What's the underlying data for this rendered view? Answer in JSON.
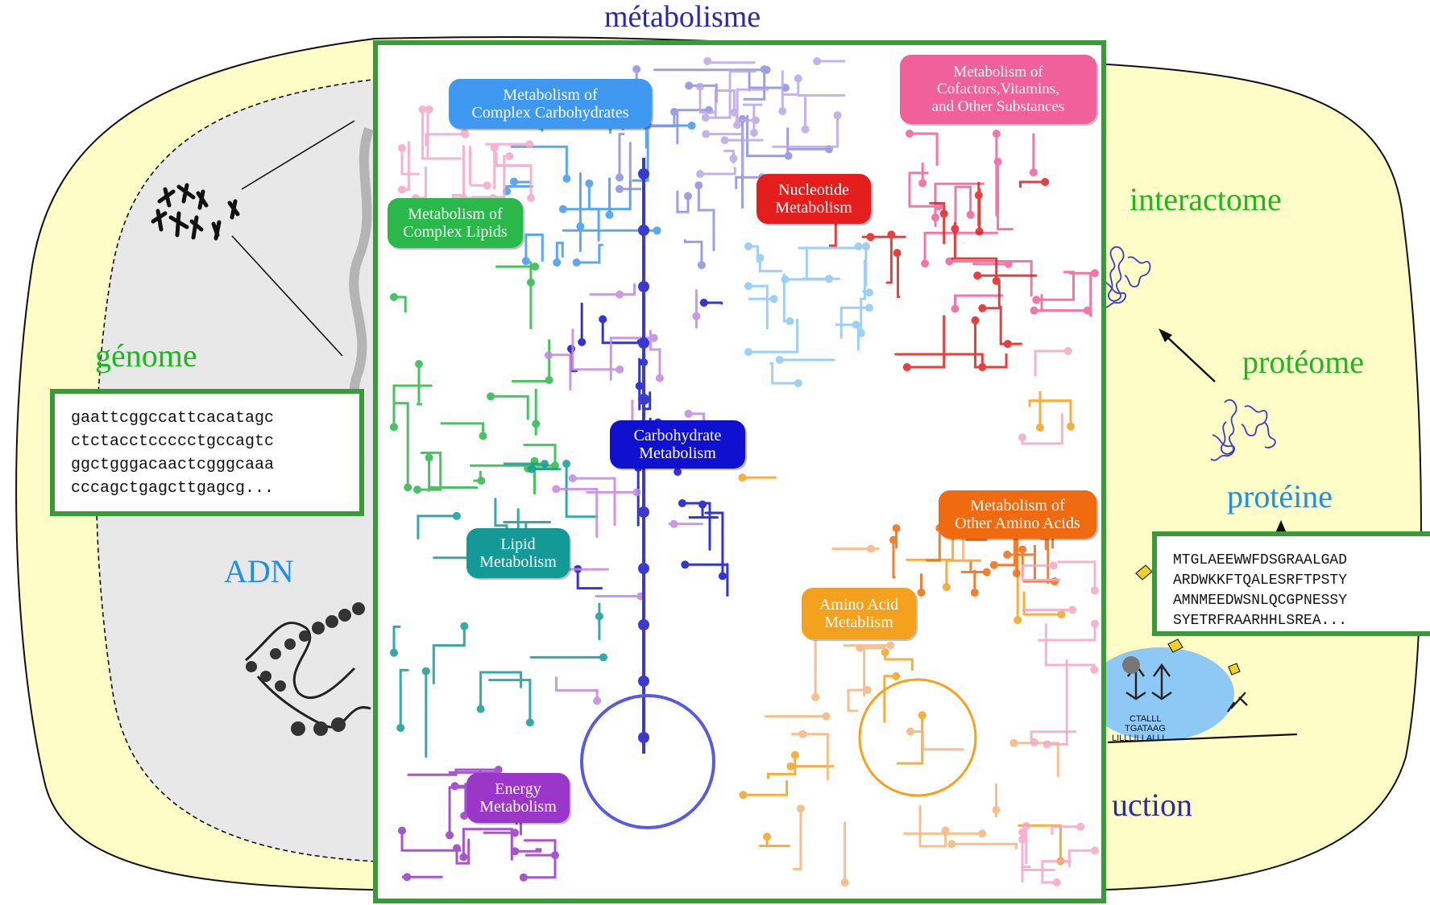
{
  "labels": {
    "metabolisme": "métabolisme",
    "genome": "génome",
    "adn": "ADN",
    "interactome": "interactome",
    "proteome": "protéome",
    "proteine": "protéine",
    "traduction_partial": "uction"
  },
  "sequences": {
    "dna": [
      "gaattcggccattcacatagc",
      "ctctacctccccctgccagtc",
      "ggctgggacaactcgggcaaa",
      "cccagctgagcttgagcg..."
    ],
    "protein": [
      "MTGLAEEWWFDSGRAALGAD",
      "ARDWKKFTQALESRFTPSTY",
      "AMNMEEDWSNLQCGPNESSY",
      "SYETRFRAARHHLSREA..."
    ]
  },
  "ribosome_sequence": {
    "line1": "CTALLL",
    "line2": "TGATAAG",
    "line3": "LILLLILLALLL"
  },
  "pathways": [
    {
      "id": "complex-carb",
      "lines": [
        "Metabolism of",
        "Complex Carbohydrates"
      ],
      "color": "#3f98ef"
    },
    {
      "id": "cofactors",
      "lines": [
        "Metabolism of",
        "Cofactors,Vitamins,",
        "and Other Substances"
      ],
      "color": "#f0609a"
    },
    {
      "id": "nucleotide",
      "lines": [
        "Nucleotide",
        "Metabolism"
      ],
      "color": "#e41d1d"
    },
    {
      "id": "complex-lipids",
      "lines": [
        "Metabolism of",
        "Complex Lipids"
      ],
      "color": "#2bb84a"
    },
    {
      "id": "carbohydrate",
      "lines": [
        "Carbohydrate",
        "Metabolism"
      ],
      "color": "#1010d0"
    },
    {
      "id": "other-amino",
      "lines": [
        "Metabolism of",
        "Other Amino Acids"
      ],
      "color": "#f06a10"
    },
    {
      "id": "lipid",
      "lines": [
        "Lipid",
        "Metabolism"
      ],
      "color": "#139a96"
    },
    {
      "id": "amino-acid",
      "lines": [
        "Amino Acid",
        "Metablism"
      ],
      "color": "#f4a21e"
    },
    {
      "id": "energy",
      "lines": [
        "Energy",
        "Metabolism"
      ],
      "color": "#9a36c8"
    }
  ],
  "colors": {
    "cell": "#fefdc8",
    "nucleus": "#e8e8e8",
    "frame": "#3a9a3a",
    "title_blue": "#2a2aa8",
    "green_label": "#1db81d",
    "cyan_label": "#1e8ee8",
    "ribosome": "#8ec8f4"
  }
}
